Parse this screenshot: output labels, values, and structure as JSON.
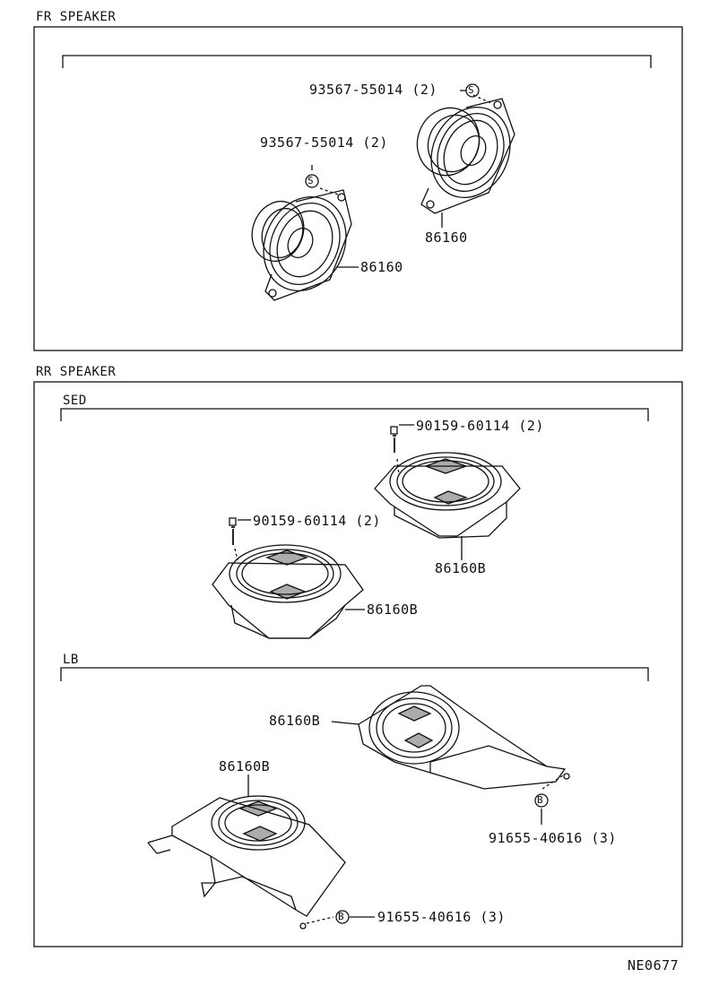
{
  "sections": {
    "fr": {
      "title": "FR  SPEAKER",
      "callouts": {
        "screw_right": "93567-55014 (2)",
        "screw_left": "93567-55014 (2)",
        "speaker_right": "86160",
        "speaker_left": "86160"
      },
      "screw_symbol": "S"
    },
    "rr": {
      "title": "RR  SPEAKER",
      "sed": {
        "title": "SED",
        "callouts": {
          "screw_right": "90159-60114 (2)",
          "screw_left": "90159-60114 (2)",
          "speaker_right": "86160B",
          "speaker_left": "86160B"
        }
      },
      "lb": {
        "title": "LB",
        "callouts": {
          "speaker_right": "86160B",
          "speaker_left": "86160B",
          "bolt_right": "91655-40616 (3)",
          "bolt_left": "91655-40616 (3)"
        },
        "bolt_symbol": "B"
      }
    }
  },
  "figure_code": "NE0677"
}
